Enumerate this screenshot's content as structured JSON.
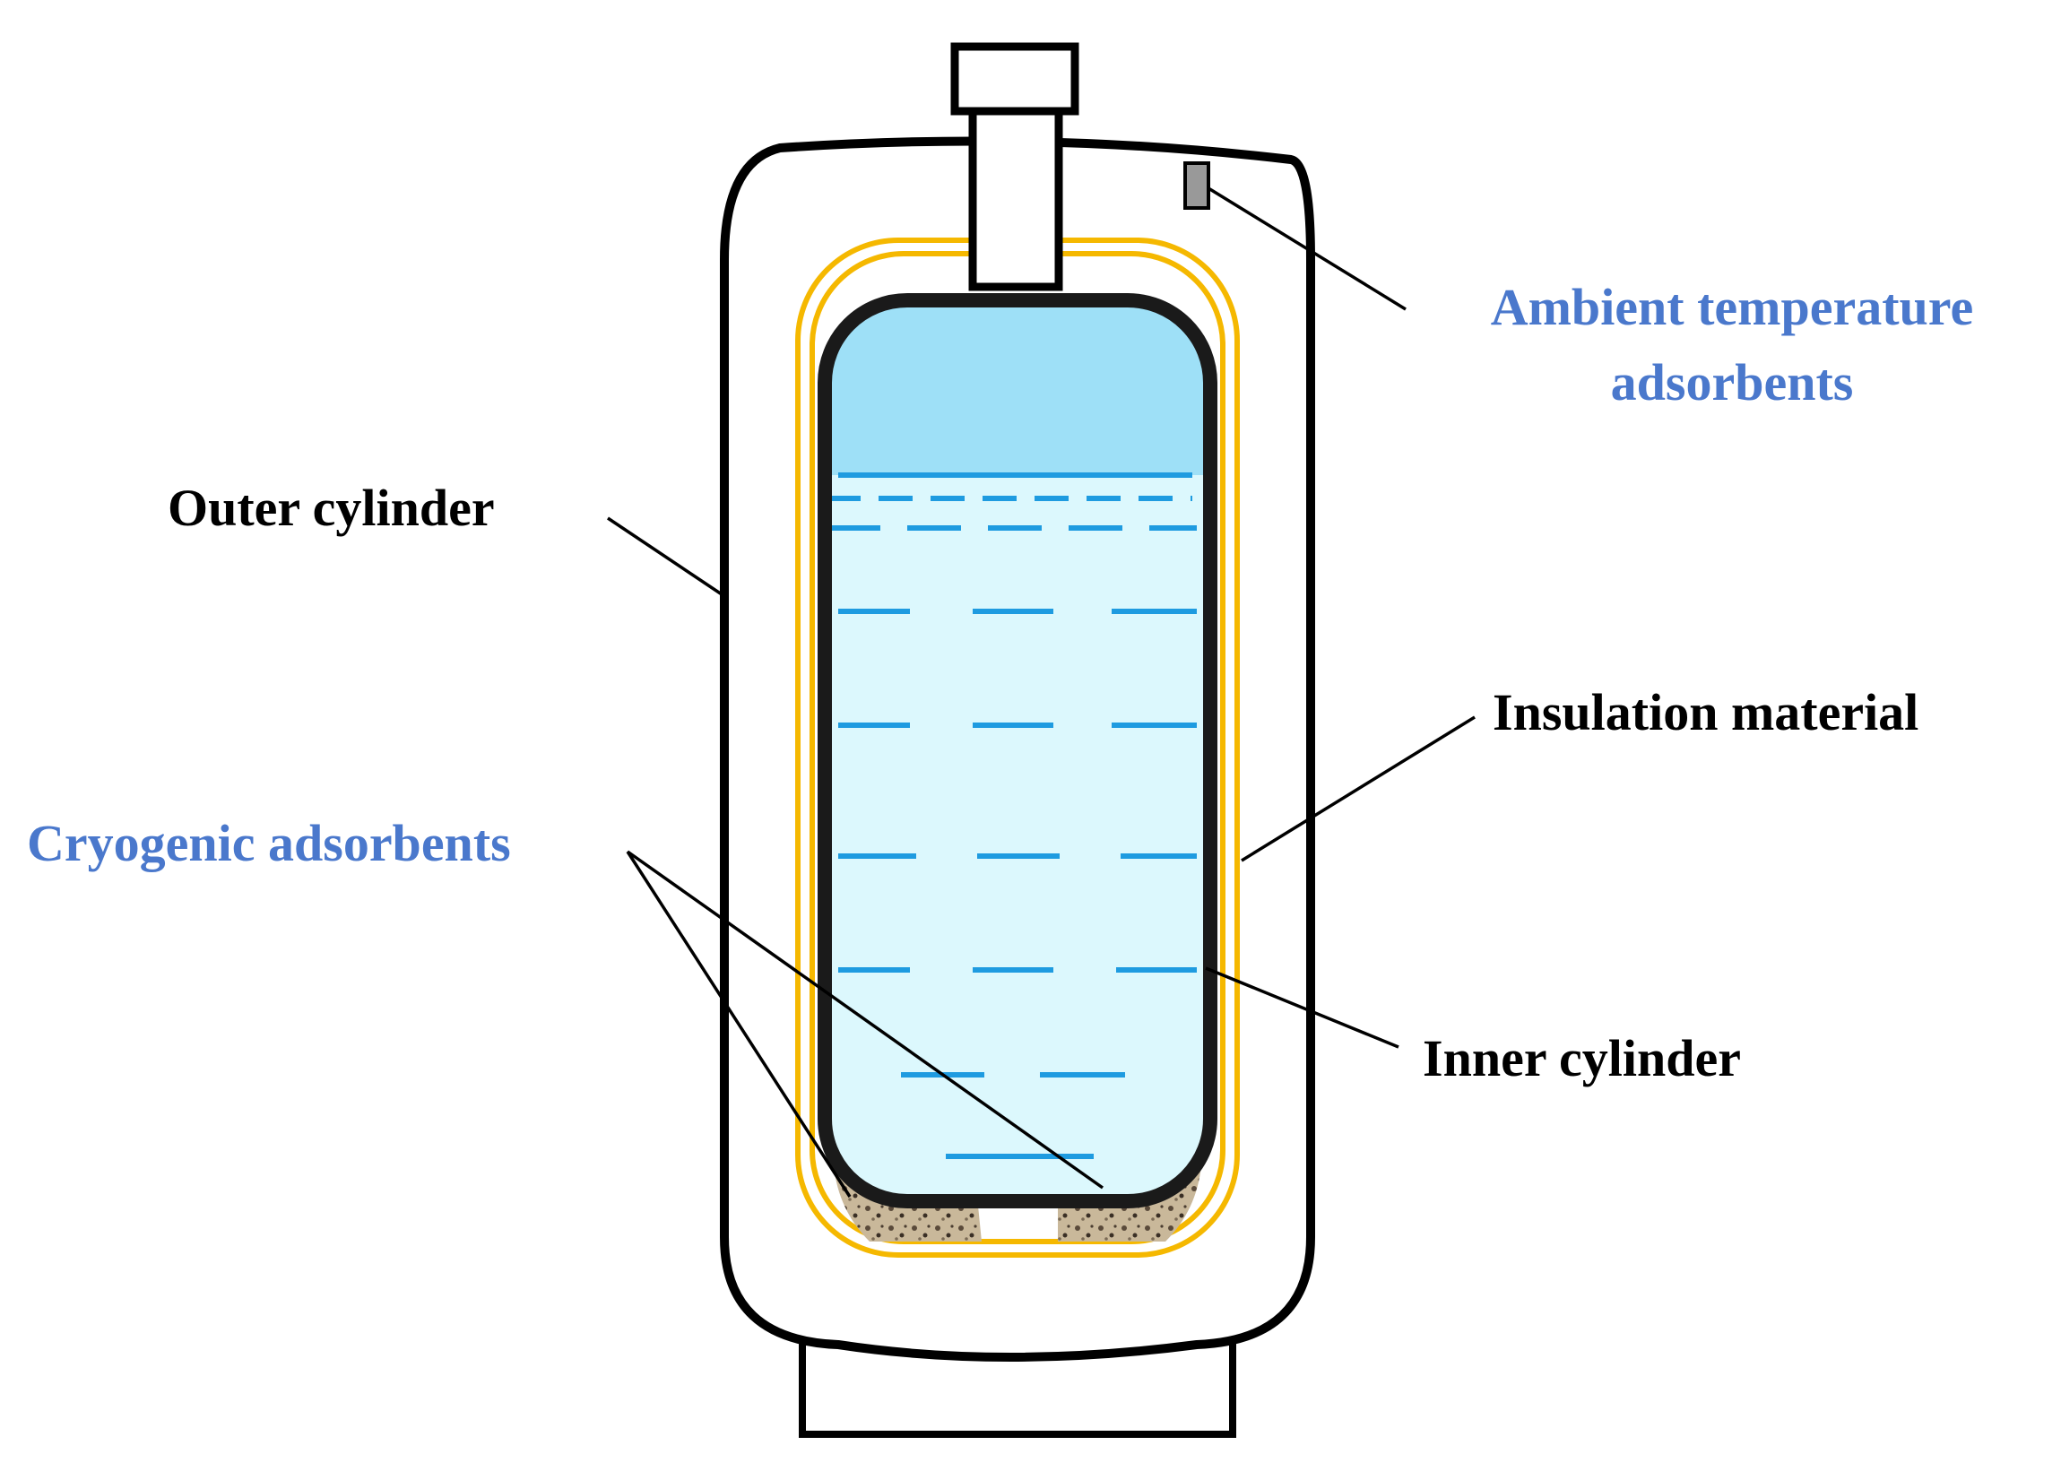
{
  "labels": {
    "outer_cylinder": "Outer cylinder",
    "insulation_material": "Insulation material",
    "inner_cylinder": "Inner cylinder",
    "cryogenic_adsorbents": "Cryogenic adsorbents",
    "ambient_adsorbents_line1": "Ambient temperature",
    "ambient_adsorbents_line2": "adsorbents"
  },
  "colors": {
    "outline": "#000000",
    "insulation": "#f5b800",
    "liquid_top": "#9ee0f7",
    "liquid_body": "#dcf8fd",
    "level_lines": "#1e9be0",
    "adsorbent": "#c9b89a",
    "highlight_label": "#4a78cc",
    "plain_label": "#000000"
  }
}
